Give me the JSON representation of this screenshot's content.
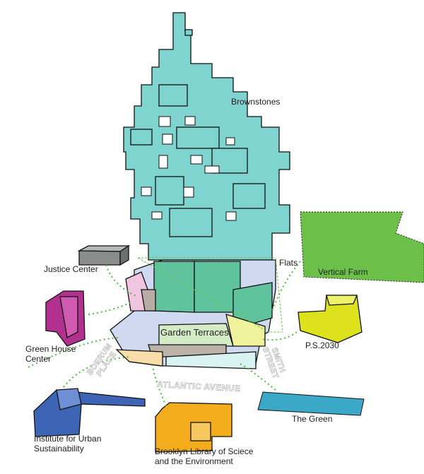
{
  "labels": {
    "brownstones": "Brownstones",
    "flats": "Flats",
    "justice_center": "Justice Center",
    "vertical_farm": "Vertical Farm",
    "green_house_1": "Green House",
    "green_house_2": "Center",
    "garden_terraces": "Garden Terraces",
    "ps2030": "P.S.2030",
    "institute_1": "Institute for Urban",
    "institute_2": "Sustainability",
    "library_1": "Brooklyn Library of Sciece",
    "library_2": "and the Environment",
    "the_green": "The Green"
  },
  "streets": {
    "boerum_1": "BOERUM",
    "boerum_2": "PLACE",
    "smith_1": "SMITH",
    "smith_2": "STREET",
    "atlantic": "ATLANTIC AVENUE"
  },
  "colors": {
    "tower": "#7fd4cf",
    "flats": "#5fc39e",
    "farm": "#6cc04a",
    "justice": "#8a8d8c",
    "greenhouse": "#b2318f",
    "ps2030": "#dde21c",
    "institute": "#3e65b5",
    "library": "#f3ad1c",
    "green": "#3aa8c6",
    "connector": "#4fb848"
  }
}
